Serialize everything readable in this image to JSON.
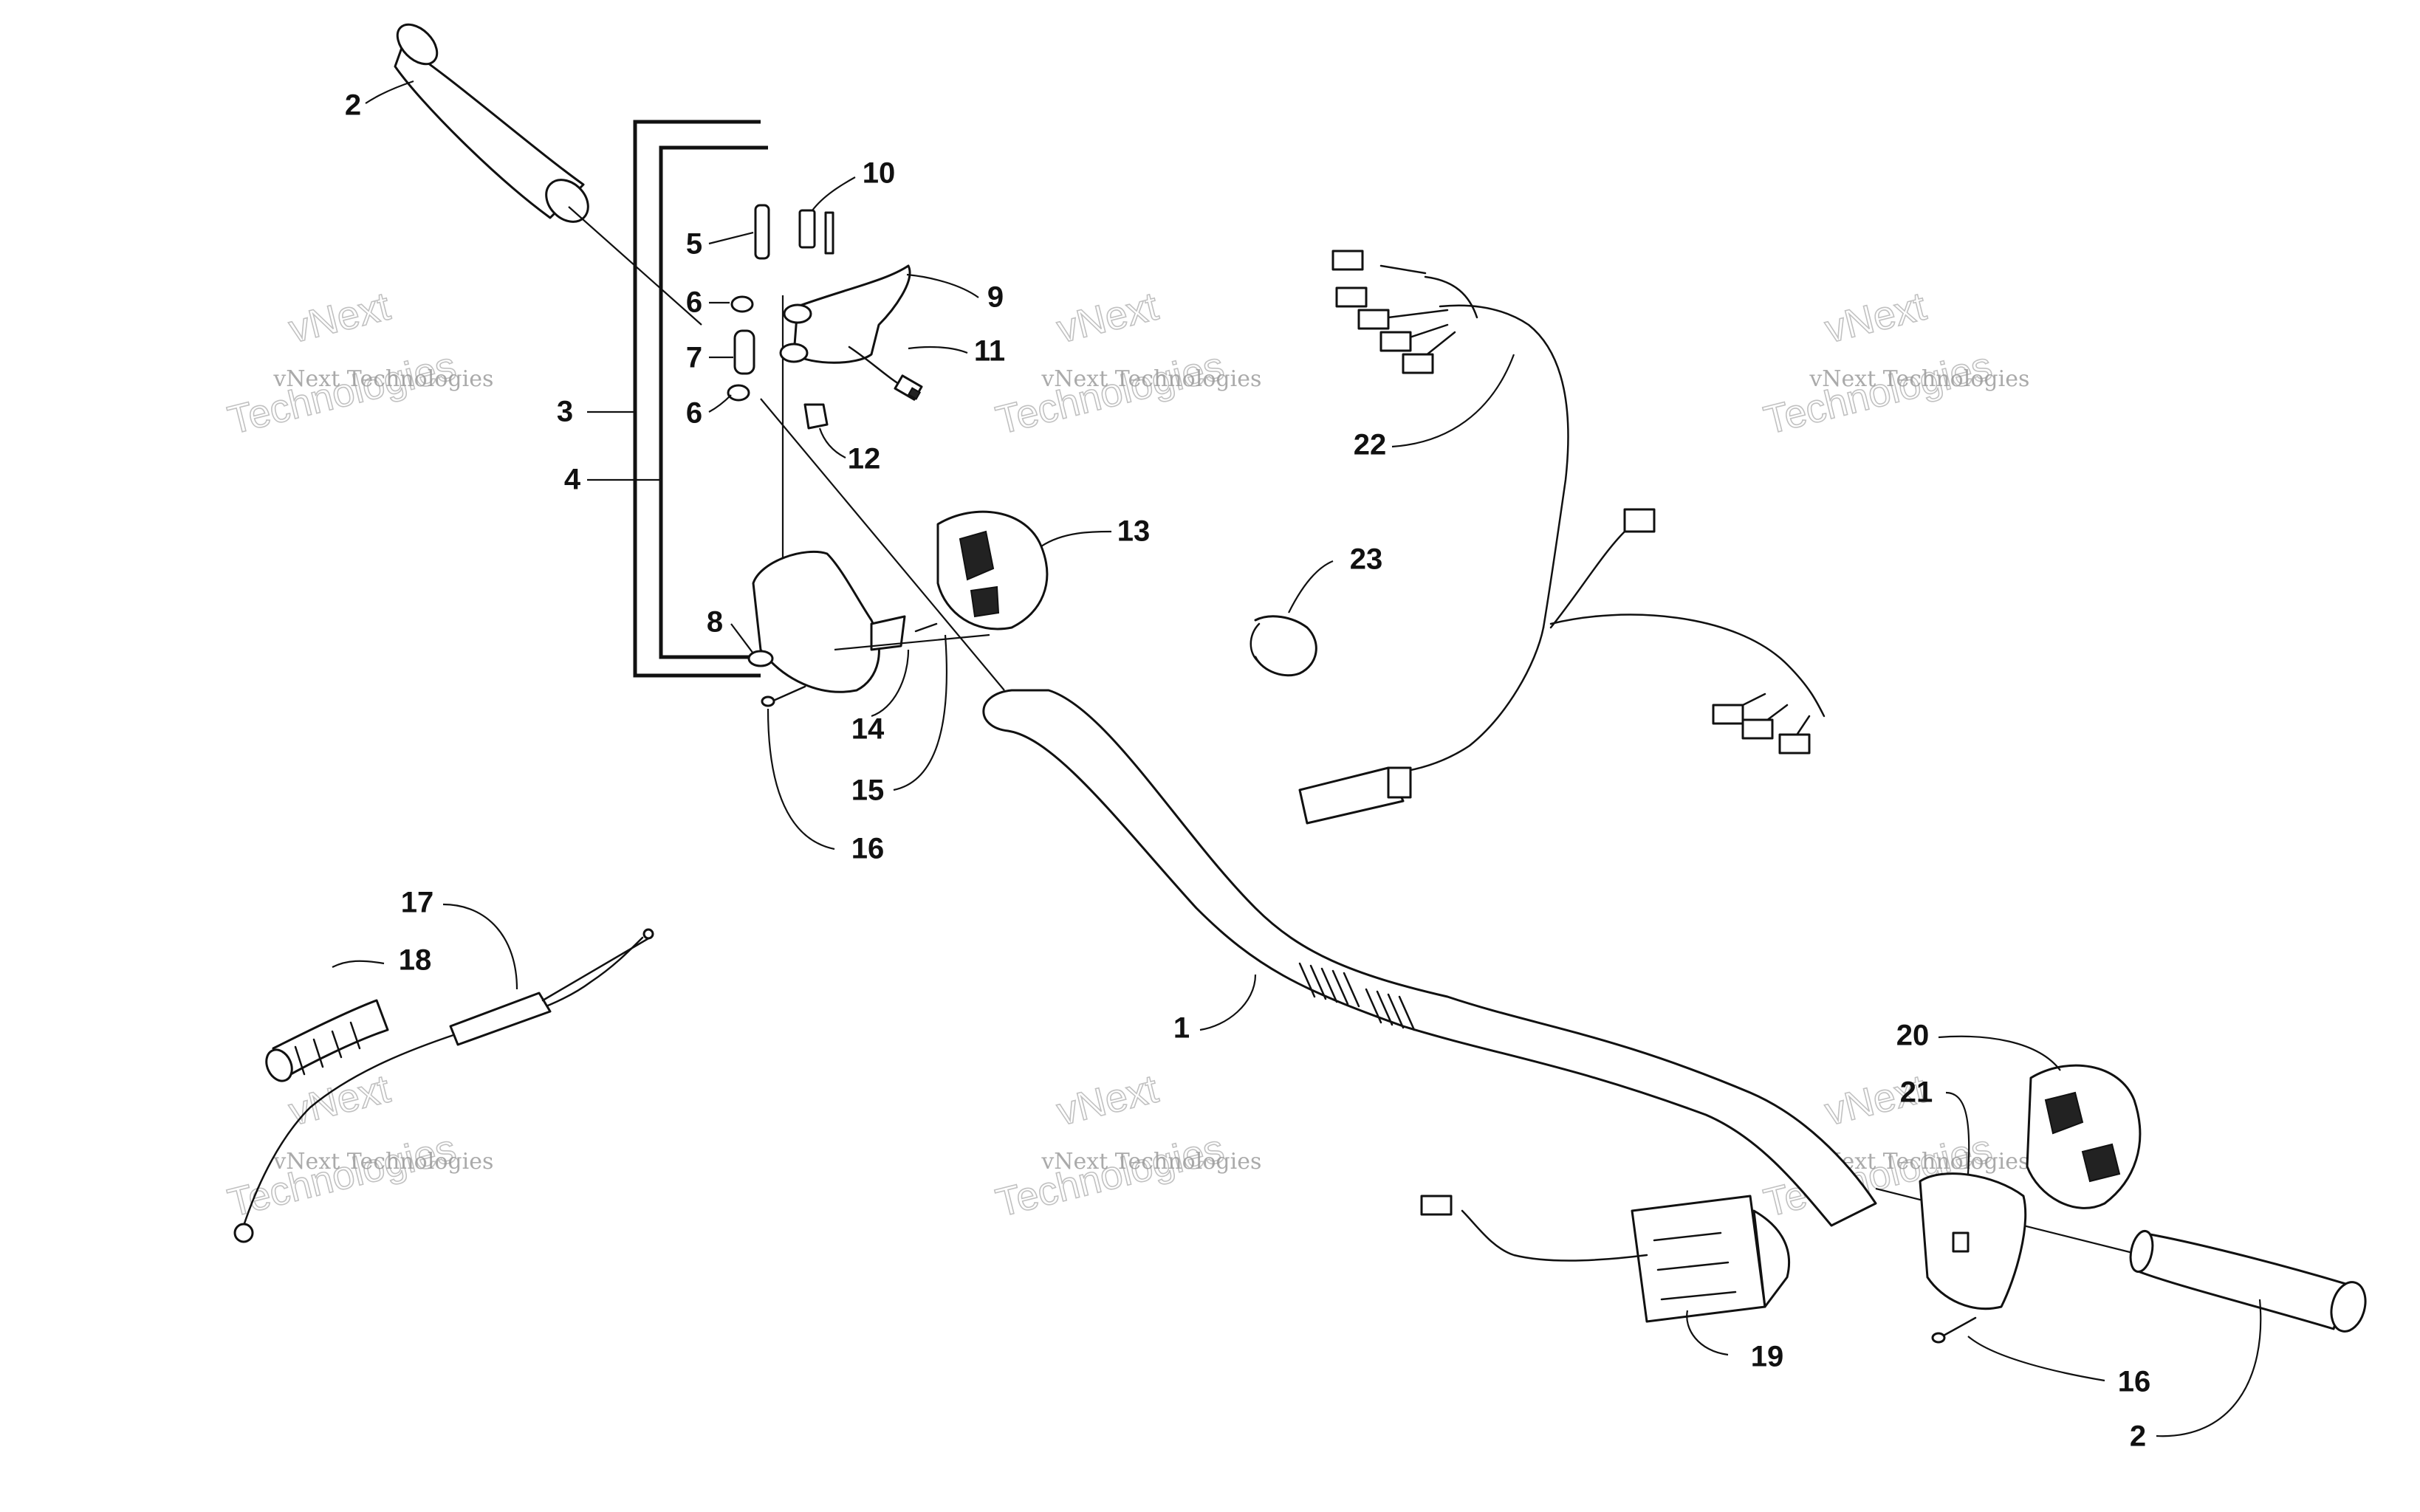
{
  "callouts": {
    "c1": "1",
    "c2a": "2",
    "c2b": "2",
    "c3": "3",
    "c4": "4",
    "c5": "5",
    "c6a": "6",
    "c6b": "6",
    "c7": "7",
    "c8": "8",
    "c9": "9",
    "c10": "10",
    "c11": "11",
    "c12": "12",
    "c13": "13",
    "c14": "14",
    "c15": "15",
    "c16a": "16",
    "c16b": "16",
    "c17": "17",
    "c18": "18",
    "c19": "19",
    "c20": "20",
    "c21": "21",
    "c22": "22",
    "c23": "23"
  },
  "watermark": {
    "brand": "vNext",
    "line": "vNext Technologies",
    "word": "Technologies"
  }
}
